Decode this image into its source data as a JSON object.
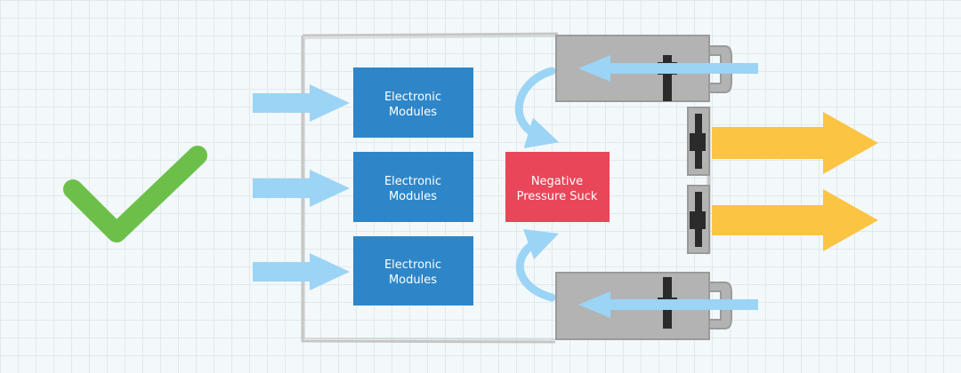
{
  "modules": [
    {
      "line1": "Electronic",
      "line2": "Modules"
    },
    {
      "line1": "Electronic",
      "line2": "Modules"
    },
    {
      "line1": "Electronic",
      "line2": "Modules"
    }
  ],
  "negative_pressure": {
    "line1": "Negative",
    "line2": "Pressure Suck"
  },
  "colors": {
    "module_blue": "#2e86c8",
    "negative_red": "#e9465a",
    "airflow_light_blue": "#9bd4f5",
    "exhaust_yellow": "#fbc443",
    "check_green": "#6cc04a",
    "fan_gray": "#b3b3b3",
    "fan_blade": "#2b2b2b",
    "enclosure_outline": "#c6c6c6"
  },
  "icons": [
    "checkmark-icon",
    "fan-icon",
    "arrow-right-icon",
    "curved-arrow-icon"
  ]
}
